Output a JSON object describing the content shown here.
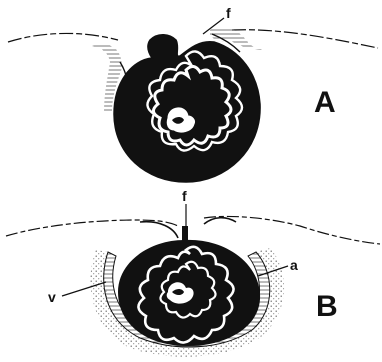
{
  "figure": {
    "panels": [
      {
        "label": "A",
        "parts": {
          "f": "f"
        }
      },
      {
        "label": "B",
        "parts": {
          "f": "f",
          "a": "a",
          "v": "v"
        }
      }
    ]
  },
  "colors": {
    "ink": "#111111",
    "paper": "#ffffff",
    "hatch": "#555555"
  }
}
